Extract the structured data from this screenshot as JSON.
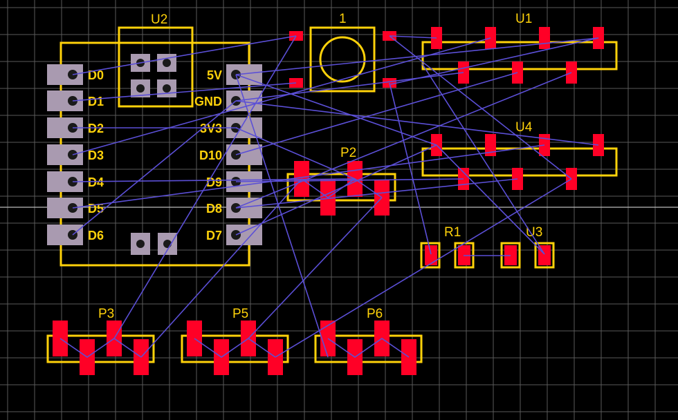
{
  "colors": {
    "background": "#000000",
    "grid": "#5a5a5a",
    "axis": "#bdbdbd",
    "silkscreen": "#ffd20a",
    "smd_pad": "#ff0026",
    "th_pad": "#a99ab0",
    "th_hole": "#1a1a1a",
    "ratsnest": "#5b4fd6"
  },
  "components": {
    "U2": {
      "label": "U2"
    },
    "Q1": {
      "label": "1"
    },
    "U1": {
      "label": "U1"
    },
    "U4": {
      "label": "U4"
    },
    "P2": {
      "label": "P2"
    },
    "R1": {
      "label": "R1"
    },
    "U3": {
      "label": "U3"
    },
    "P3": {
      "label": "P3"
    },
    "P5": {
      "label": "P5"
    },
    "P6": {
      "label": "P6"
    }
  },
  "u2_pins_left": [
    "D0",
    "D1",
    "D2",
    "D3",
    "D4",
    "D5",
    "D6"
  ],
  "u2_pins_right": [
    "5V",
    "GND",
    "3V3",
    "D10",
    "D9",
    "D8",
    "D7"
  ]
}
